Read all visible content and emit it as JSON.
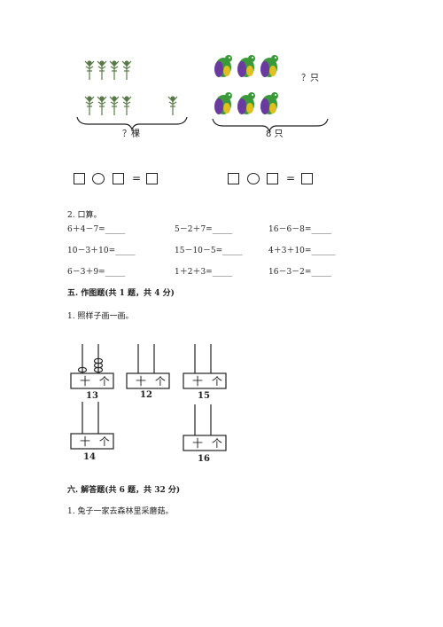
{
  "picture_problem": {
    "left_question": "？棵",
    "right_question": "？只",
    "right_total": "8 只"
  },
  "equation_template": {
    "equals": "="
  },
  "oral_calc": {
    "heading": "2. 口算。",
    "rows": [
      [
        "6＋4－7=_____",
        "5－2＋7=_____",
        "16－6－8=_____"
      ],
      [
        "10－3＋10=_____",
        "15－10－5=_____",
        "4＋3＋10=______"
      ],
      [
        "6－3＋9=_____",
        "1＋2＋3=_____",
        "16－3－2=_____"
      ]
    ]
  },
  "section5": {
    "title": "五. 作图题(共 1 题，共 4 分)",
    "q1": "1. 照样子画一画。"
  },
  "abacus": {
    "frame_label": "十 个",
    "numbers": [
      "13",
      "12",
      "15",
      "14",
      "16"
    ],
    "example_beads": {
      "tens": 1,
      "ones": 3
    }
  },
  "section6": {
    "title": "六. 解答题(共 6 题，共 32 分)",
    "q1": "1. 兔子一家去森林里采蘑菇。"
  },
  "colors": {
    "ink": "#222222",
    "tree": "#5a7a4a",
    "bird_green": "#3a9a3a",
    "bird_purple": "#6a3aa0",
    "bird_yellow": "#e0c020"
  }
}
